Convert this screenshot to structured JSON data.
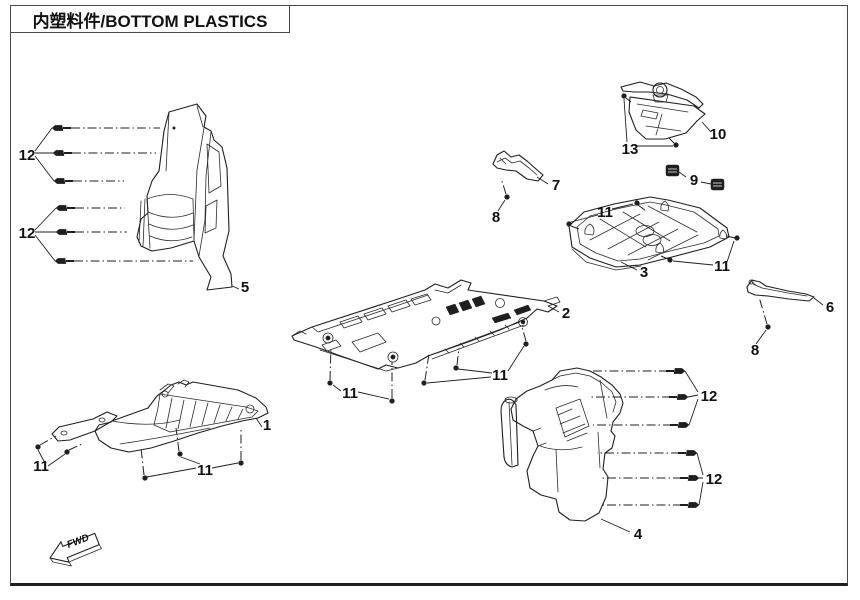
{
  "header": {
    "title": "内塑料件/BOTTOM PLASTICS"
  },
  "diagram": {
    "fwd_label": "FWD",
    "callouts": [
      {
        "id": "screws12-left-upper",
        "label": "12"
      },
      {
        "id": "screws12-left-lower",
        "label": "12"
      },
      {
        "id": "part5",
        "label": "5"
      },
      {
        "id": "part1",
        "label": "1"
      },
      {
        "id": "screws11-part1-left",
        "label": "11"
      },
      {
        "id": "screws11-part1-bottom",
        "label": "11"
      },
      {
        "id": "part2",
        "label": "2"
      },
      {
        "id": "screws11-part2-left",
        "label": "11"
      },
      {
        "id": "screws11-part2-right",
        "label": "11"
      },
      {
        "id": "part7",
        "label": "7"
      },
      {
        "id": "screw8-part7",
        "label": "8"
      },
      {
        "id": "screws13-part10",
        "label": "13"
      },
      {
        "id": "part10",
        "label": "10"
      },
      {
        "id": "clips9",
        "label": "9"
      },
      {
        "id": "screws11-part3-left",
        "label": "11"
      },
      {
        "id": "screws11-part3-right",
        "label": "11"
      },
      {
        "id": "part3",
        "label": "3"
      },
      {
        "id": "part6",
        "label": "6"
      },
      {
        "id": "screw8-part6",
        "label": "8"
      },
      {
        "id": "screws12-right-upper",
        "label": "12"
      },
      {
        "id": "screws12-right-lower",
        "label": "12"
      },
      {
        "id": "part4",
        "label": "4"
      }
    ]
  },
  "colors": {
    "line": "#1f1f1f",
    "background": "#ffffff"
  }
}
